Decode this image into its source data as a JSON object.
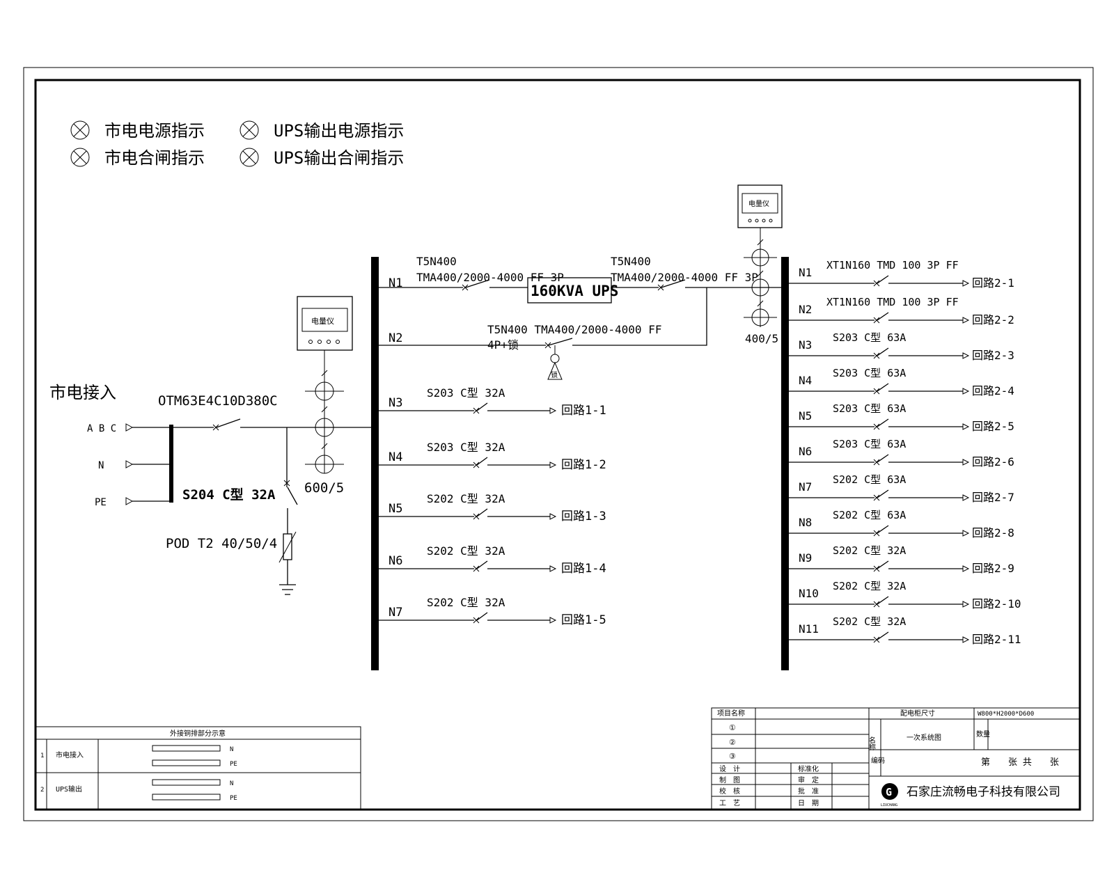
{
  "legend": [
    {
      "label": "市电电源指示",
      "icon": "indicator-lamp-icon"
    },
    {
      "label": "UPS输出电源指示",
      "icon": "indicator-lamp-icon"
    },
    {
      "label": "市电合闸指示",
      "icon": "indicator-lamp-icon"
    },
    {
      "label": "UPS输出合闸指示",
      "icon": "indicator-lamp-icon"
    }
  ],
  "incoming": {
    "title": "市电接入",
    "breaker": "OTM63E4C10D380C",
    "phases": [
      "A B C",
      "N",
      "PE"
    ],
    "spd_breaker": "S204 C型 32A",
    "spd": "POD T2 40/50/4",
    "ct": "600/5",
    "meter": "电量仪"
  },
  "bus1": {
    "n1": {
      "id": "N1",
      "model": "T5N400",
      "rating": "TMA400/2000-4000 FF 3P"
    },
    "ups": "160KVA UPS",
    "ups_out": {
      "model": "T5N400",
      "rating": "TMA400/2000-4000 FF 3P"
    },
    "n2": {
      "id": "N2",
      "model": "T5N400 TMA400/2000-4000 FF",
      "note": "4P+锁",
      "lock": "锁"
    },
    "circuits": [
      {
        "id": "N3",
        "breaker": "S203 C型 32A",
        "dest": "回路1-1"
      },
      {
        "id": "N4",
        "breaker": "S203 C型 32A",
        "dest": "回路1-2"
      },
      {
        "id": "N5",
        "breaker": "S202 C型 32A",
        "dest": "回路1-3"
      },
      {
        "id": "N6",
        "breaker": "S202 C型 32A",
        "dest": "回路1-4"
      },
      {
        "id": "N7",
        "breaker": "S202 C型 32A",
        "dest": "回路1-5"
      }
    ]
  },
  "bus2": {
    "meter": "电量仪",
    "ct": "400/5",
    "circuits": [
      {
        "id": "N1",
        "breaker": "XT1N160 TMD 100 3P FF",
        "dest": "回路2-1"
      },
      {
        "id": "N2",
        "breaker": "XT1N160 TMD 100 3P FF",
        "dest": "回路2-2"
      },
      {
        "id": "N3",
        "breaker": "S203 C型 63A",
        "dest": "回路2-3"
      },
      {
        "id": "N4",
        "breaker": "S203 C型 63A",
        "dest": "回路2-4"
      },
      {
        "id": "N5",
        "breaker": "S203 C型 63A",
        "dest": "回路2-5"
      },
      {
        "id": "N6",
        "breaker": "S203 C型 63A",
        "dest": "回路2-6"
      },
      {
        "id": "N7",
        "breaker": "S202 C型 63A",
        "dest": "回路2-7"
      },
      {
        "id": "N8",
        "breaker": "S202 C型 63A",
        "dest": "回路2-8"
      },
      {
        "id": "N9",
        "breaker": "S202 C型 32A",
        "dest": "回路2-9"
      },
      {
        "id": "N10",
        "breaker": "S202 C型 32A",
        "dest": "回路2-10"
      },
      {
        "id": "N11",
        "breaker": "S202 C型 32A",
        "dest": "回路2-11"
      }
    ]
  },
  "copper_table": {
    "title": "外接铜排部分示意",
    "rows": [
      {
        "num": "1",
        "name": "市电接入",
        "bars": [
          "N",
          "PE"
        ]
      },
      {
        "num": "2",
        "name": "UPS输出",
        "bars": [
          "N",
          "PE"
        ]
      }
    ]
  },
  "title_block": {
    "project_label": "项目名称",
    "revisions": [
      "①",
      "②",
      "③"
    ],
    "size_label": "配电柜尺寸",
    "size_value": "W800*H2000*D600",
    "name_label": "名称",
    "name_value": "一次系统图",
    "qty_label": "数量",
    "code_label": "编码",
    "sheet": "第　　张 共　　张",
    "roles_left": [
      "设　计",
      "制　图",
      "校　核",
      "工　艺"
    ],
    "roles_right": [
      "标准化",
      "审　定",
      "批　准",
      "日　期"
    ],
    "company": "石家庄流畅电子科技有限公司",
    "logo_text": "LIUCHANG",
    "logo_letter": "G"
  }
}
